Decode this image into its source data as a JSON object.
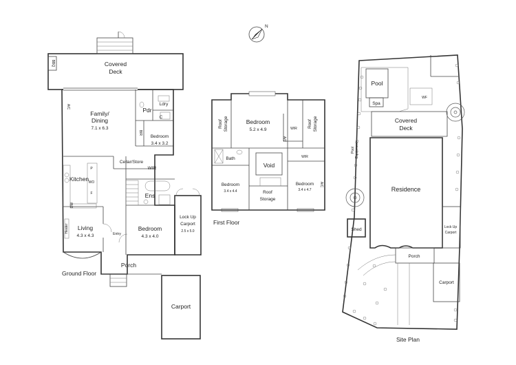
{
  "north": {
    "label": "N"
  },
  "ground_floor": {
    "title": "Ground Floor",
    "rooms": {
      "bbq": "BBQ",
      "covered_deck_1": "Covered",
      "covered_deck_2": "Deck",
      "ac": "A/C",
      "family_1": "Family/",
      "family_2": "Dining",
      "family_dim": "7.1 x 6.3",
      "pdr": "Pdr",
      "ldry": "Ldry",
      "c": "C",
      "bir": "BIR",
      "bedroom": "Bedroom",
      "bedroom_dim": "3.4 x 3.2",
      "cellar": "Cellar/Store",
      "wir": "WIR",
      "p": "P",
      "wo": "WO",
      "f": "F",
      "kitchen": "Kitchen",
      "dw": "DW",
      "ens": "Ens",
      "lockup_1": "Lock Up",
      "lockup_2": "Carport",
      "lockup_dim": "2.5 x 5.0",
      "heater": "Heater",
      "living": "Living",
      "living_dim": "4.3 x 4.3",
      "entry": "Entry",
      "bedroom2": "Bedroom",
      "bedroom2_dim": "4.3 x 4.0",
      "porch": "Porch",
      "carport": "Carport"
    }
  },
  "first_floor": {
    "title": "First Floor",
    "rooms": {
      "roof_storage_left_1": "Roof",
      "roof_storage_left_2": "Storage",
      "bedroom_main": "Bedroom",
      "bedroom_main_dim": "5.2 x 4.9",
      "wir1": "WIR",
      "ac": "A/C",
      "roof_storage_right_1": "Roof",
      "roof_storage_right_2": "Storage",
      "bath": "Bath",
      "void": "Void",
      "wir2": "WIR",
      "bedroom_left": "Bedroom",
      "bedroom_left_dim": "3.4 x 4.4",
      "bedroom_right": "Bedroom",
      "bedroom_right_dim": "3.4 x 4.7",
      "ac2": "A/C",
      "roof_storage_bottom_1": "Roof",
      "roof_storage_bottom_2": "Storage"
    }
  },
  "site_plan": {
    "title": "Site Plan",
    "labels": {
      "pool": "Pool",
      "spa": "Spa",
      "wf": "WF",
      "covered_deck_1": "Covered",
      "covered_deck_2": "Deck",
      "pool_equipment_1": "Pool",
      "pool_equipment_2": "Equipment",
      "residence": "Residence",
      "shed": "Shed",
      "lockup_1": "Lock Up",
      "lockup_2": "Carport",
      "porch": "Porch",
      "carport": "Carport"
    }
  }
}
